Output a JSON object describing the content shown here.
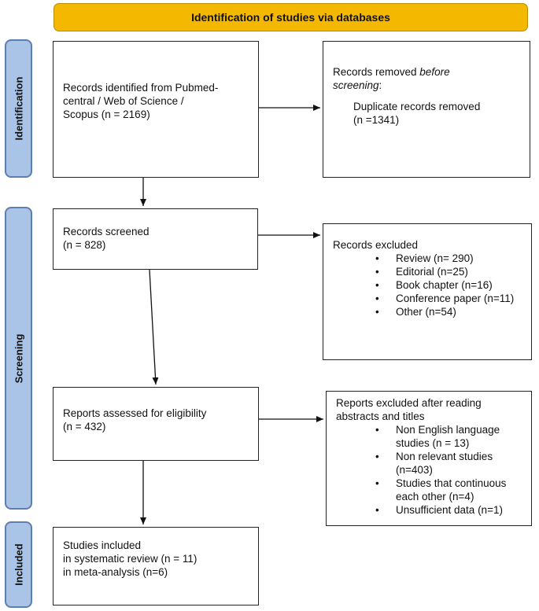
{
  "header": {
    "title": "Identification of studies via databases"
  },
  "phases": {
    "identification": "Identification",
    "screening": "Screening",
    "included": "Included"
  },
  "boxes": {
    "records_identified": {
      "line1": "Records identified from Pubmed-",
      "line2": "central / Web of Science /",
      "line3": "Scopus  (n = 2169)"
    },
    "records_removed": {
      "line1": "Records removed ",
      "line1_em": "before",
      "line2": "screening",
      "line2_tail": ":",
      "line3": "Duplicate records removed",
      "line4": "(n =1341)"
    },
    "records_screened": {
      "line1": "Records screened",
      "line2": "(n = 828)"
    },
    "records_excluded": {
      "title": "Records excluded",
      "items": [
        "Review (n= 290)",
        "Editorial (n=25)",
        "Book chapter (n=16)",
        "Conference paper (n=11)",
        "Other (n=54)"
      ]
    },
    "reports_assessed": {
      "line1": "Reports assessed for eligibility",
      "line2": "(n = 432)"
    },
    "reports_excluded": {
      "title1": "Reports excluded after reading",
      "title2": "abstracts and titles",
      "items": [
        [
          "Non English language",
          "studies (n = 13)"
        ],
        [
          "Non relevant studies",
          "(n=403)"
        ],
        [
          "Studies that continuous",
          "each other (n=4)"
        ],
        [
          "Unsufficient data (n=1)"
        ]
      ]
    },
    "studies_included": {
      "line1": "Studies included",
      "line2": "in systematic review (n = 11)",
      "line3": "in meta-analysis (n=6)"
    }
  }
}
